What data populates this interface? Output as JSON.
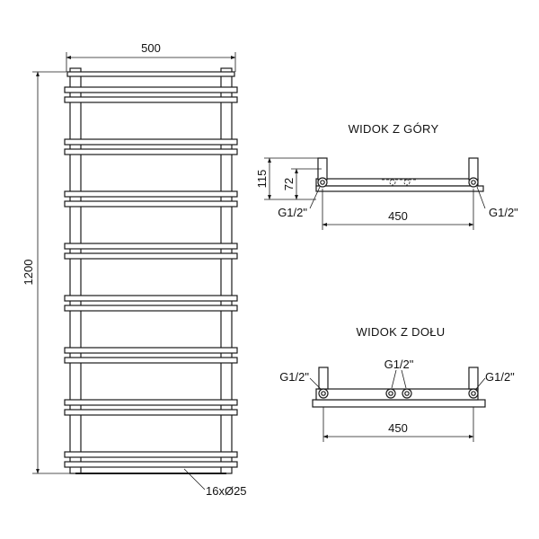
{
  "front_view": {
    "width_label": "500",
    "height_label": "1200",
    "tube_note": "16xØ25",
    "bar_count": 16
  },
  "top_view": {
    "title": "WIDOK Z GÓRY",
    "depth_total_label": "115",
    "depth_axis_label": "72",
    "spacing_label": "450",
    "left_conn_label": "G1/2\"",
    "right_conn_label": "G1/2\""
  },
  "bottom_view": {
    "title": "WIDOK Z DOŁU",
    "spacing_label": "450",
    "left_conn_label": "G1/2\"",
    "center_conn_label": "G1/2\"",
    "right_conn_label": "G1/2\""
  },
  "colors": {
    "line": "#1a1a1a",
    "background": "#ffffff"
  }
}
